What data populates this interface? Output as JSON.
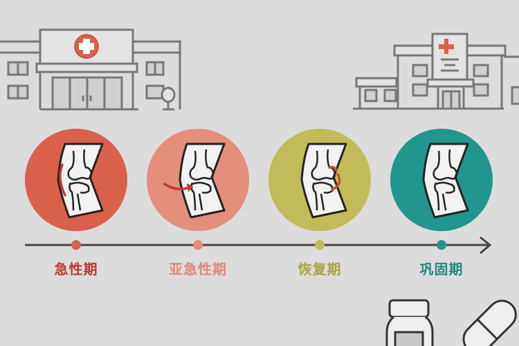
{
  "background": "#dcdcdc",
  "line_color": "#444444",
  "icons": {
    "hospital_left": "hospital-building-icon",
    "hospital_right": "hospital-building-icon",
    "medicine": "medicine-bottle-and-pill-icon"
  },
  "stages": [
    {
      "label": "急性期",
      "circle_color": "#d9604a",
      "label_color": "#b83a2e",
      "dot_color": "#d9604a",
      "marker": "swelling-arc"
    },
    {
      "label": "亚急性期",
      "circle_color": "#e38f7b",
      "label_color": "#e08878",
      "dot_color": "#e38f7b",
      "marker": "curved-arrow"
    },
    {
      "label": "恢复期",
      "circle_color": "#c2bb5a",
      "label_color": "#a8a443",
      "dot_color": "#c2bb5a",
      "marker": "rotation-arc"
    },
    {
      "label": "巩固期",
      "circle_color": "#21968c",
      "label_color": "#1f8a80",
      "dot_color": "#21968c",
      "marker": "none"
    }
  ]
}
